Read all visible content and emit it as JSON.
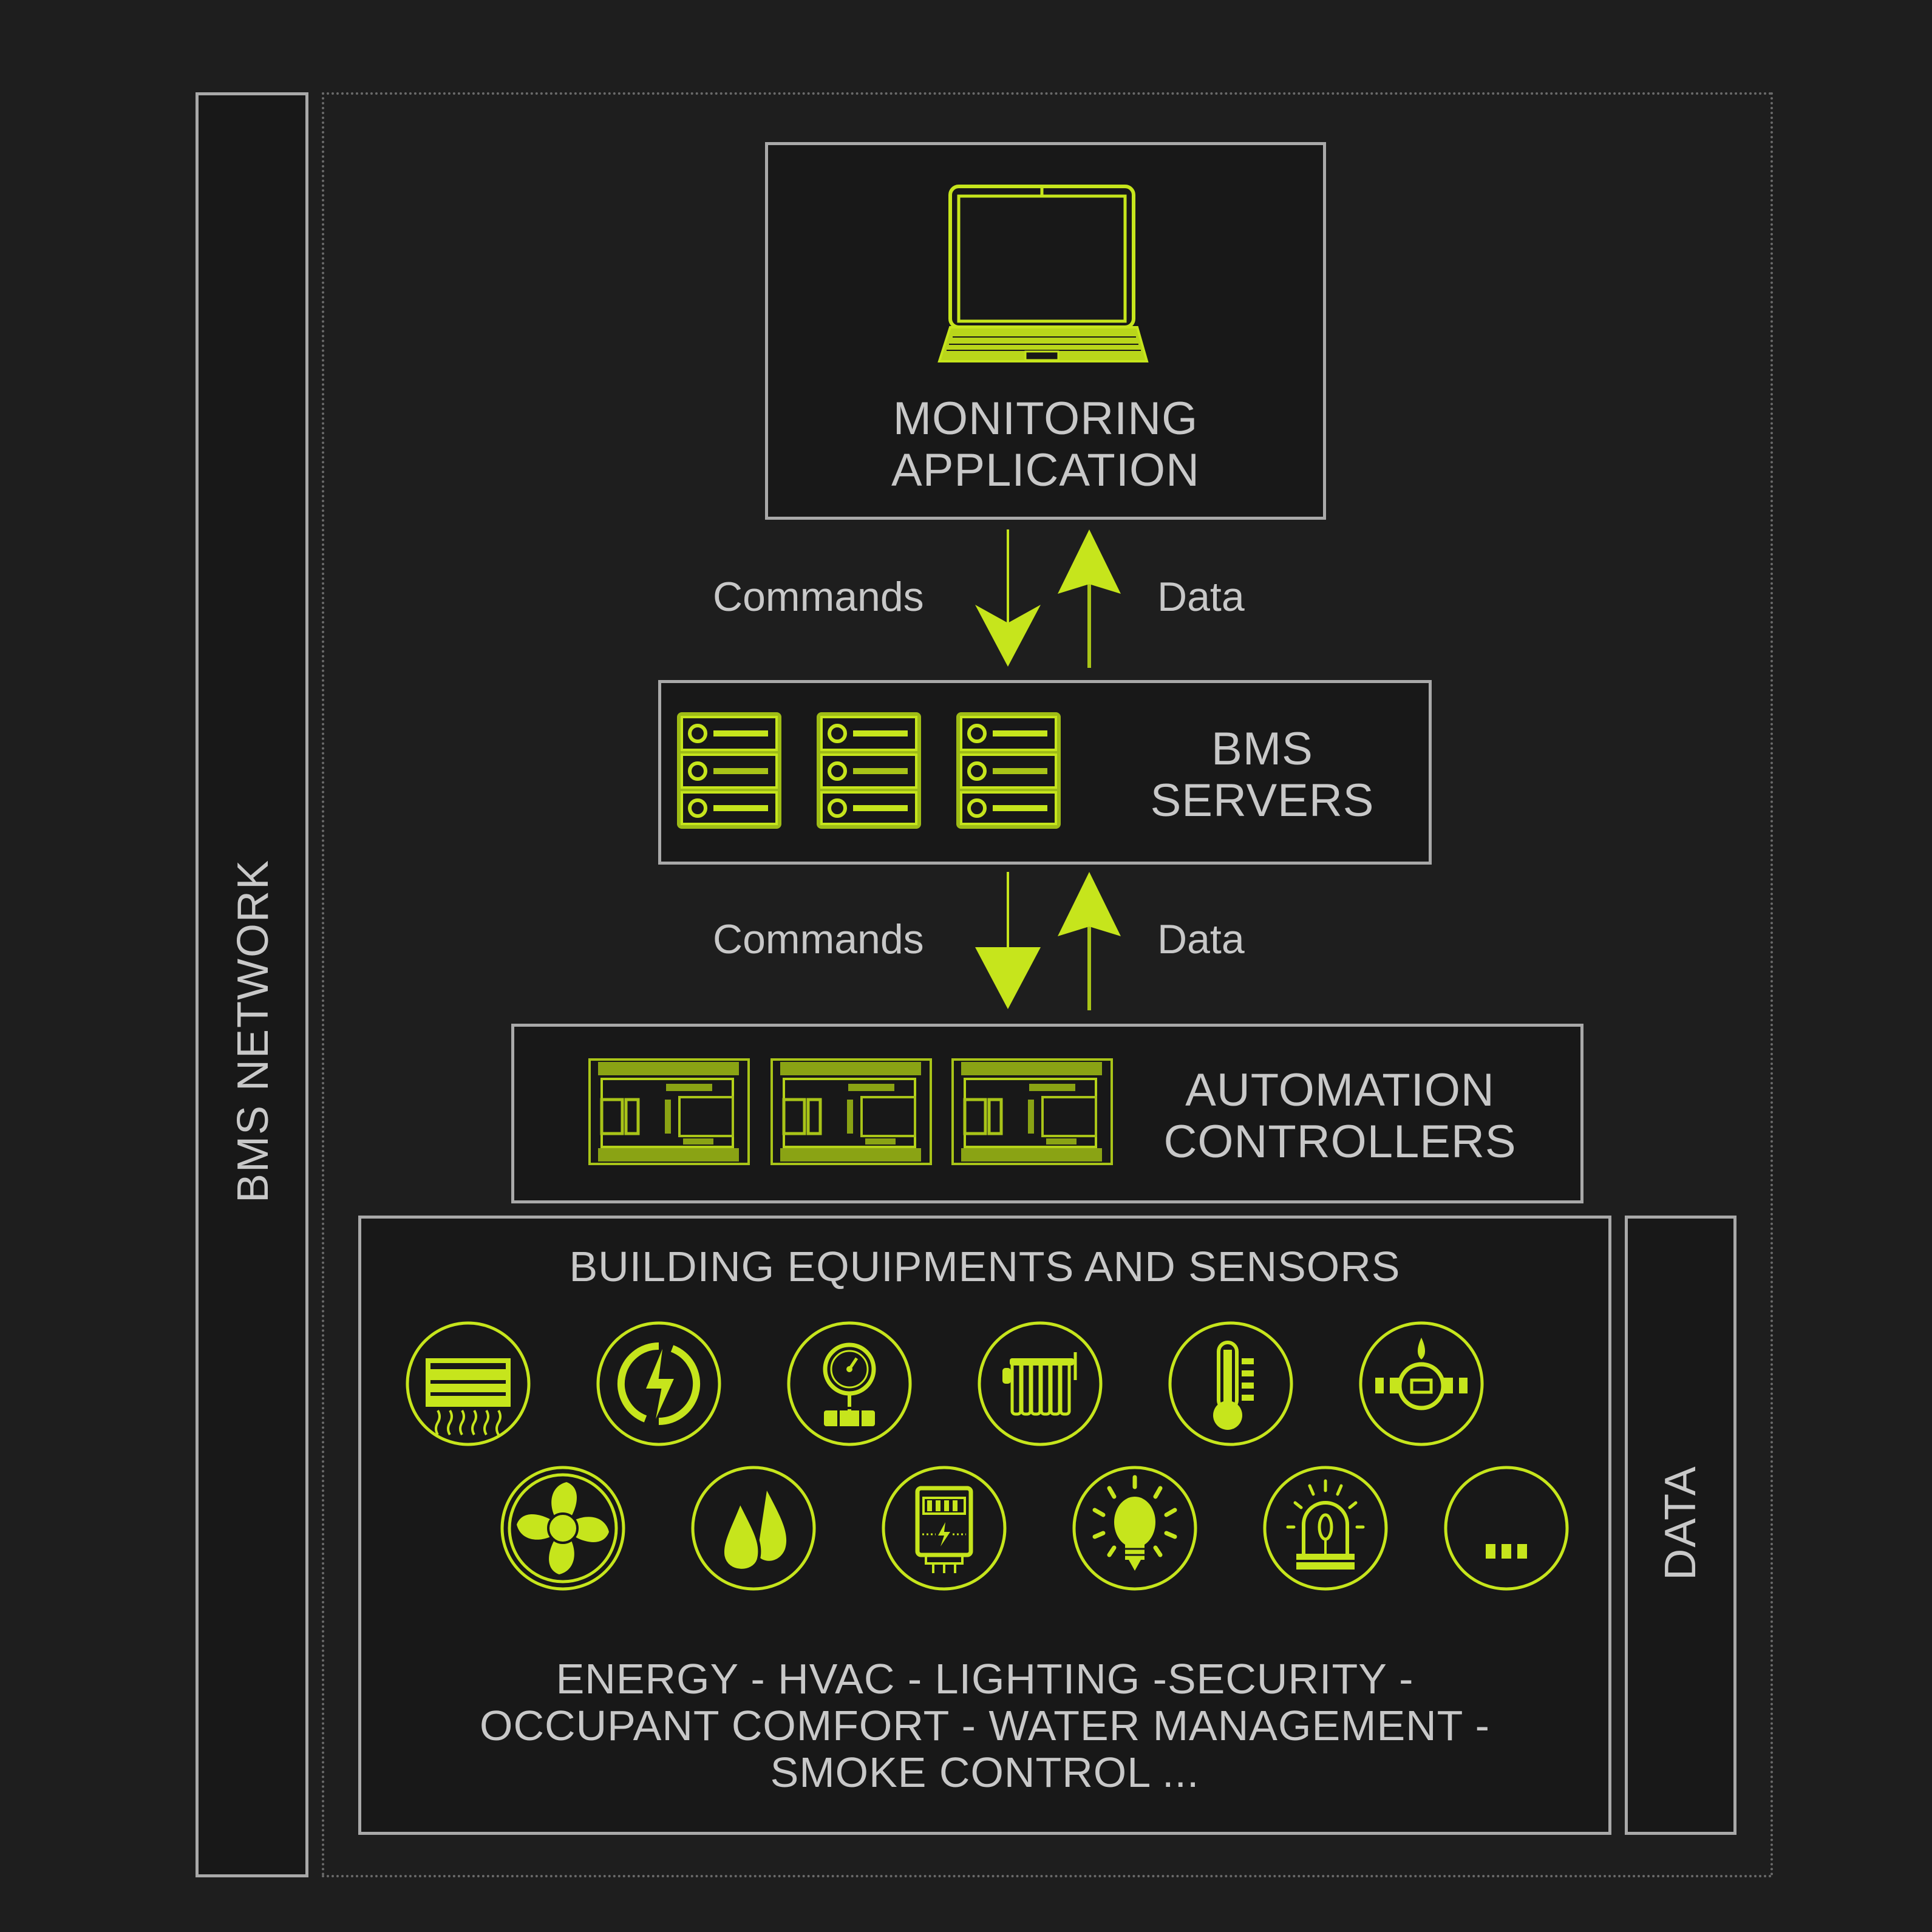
{
  "colors": {
    "background": "#1e1e1e",
    "box_fill": "#181818",
    "box_border": "#a9a9a9",
    "accent": "#c6e51c",
    "text": "#c8c8c8"
  },
  "network": {
    "label": "BMS NETWORK"
  },
  "data_bus": {
    "label": "DATA"
  },
  "monitoring": {
    "title_line1": "MONITORING",
    "title_line2": "APPLICATION",
    "icon": "laptop-icon"
  },
  "flow_top": {
    "commands_label": "Commands",
    "data_label": "Data"
  },
  "servers": {
    "title_line1": "BMS",
    "title_line2": "SERVERS",
    "icons": [
      "server-rack-icon",
      "server-rack-icon",
      "server-rack-icon"
    ]
  },
  "flow_bottom": {
    "commands_label": "Commands",
    "data_label": "Data"
  },
  "controllers": {
    "title_line1": "AUTOMATION",
    "title_line2": "CONTROLLERS",
    "icons": [
      "plc-controller-icon",
      "plc-controller-icon",
      "plc-controller-icon"
    ]
  },
  "equipment": {
    "title": "BUILDING EQUIPMENTS AND SENSORS",
    "row1_icons": [
      "air-conditioner-icon",
      "energy-bolt-icon",
      "pressure-gauge-icon",
      "radiator-icon",
      "thermometer-icon",
      "water-meter-icon"
    ],
    "row2_icons": [
      "fan-icon",
      "water-drops-icon",
      "electric-meter-icon",
      "light-bulb-icon",
      "alarm-siren-icon",
      "more-icon"
    ],
    "more_text": "...",
    "description_line1": "ENERGY - HVAC - LIGHTING -SECURITY -",
    "description_line2": "OCCUPANT COMFORT - WATER MANAGEMENT -",
    "description_line3": "SMOKE CONTROL ..."
  }
}
